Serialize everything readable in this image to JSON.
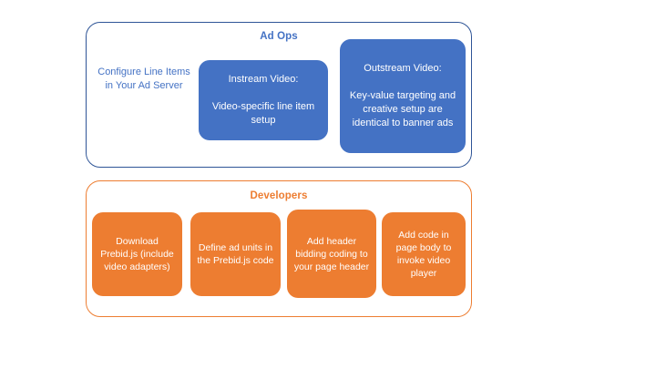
{
  "diagram": {
    "groups": [
      {
        "id": "ad-ops",
        "title": "Ad Ops",
        "accent_color": "#4472C4",
        "border_color": "#2F5597",
        "plain_label": "Configure Line Items in Your Ad Server",
        "boxes": [
          {
            "id": "instream-video",
            "heading": "Instream Video:",
            "body": "Video-specific line item setup",
            "fill": "#4472C4",
            "text_color": "#FFFFFF"
          },
          {
            "id": "outstream-video",
            "heading": "Outstream Video:",
            "body": "Key-value targeting and creative setup are identical to banner ads",
            "fill": "#4472C4",
            "text_color": "#FFFFFF"
          }
        ]
      },
      {
        "id": "developers",
        "title": "Developers",
        "accent_color": "#ED7D31",
        "border_color": "#ED7D31",
        "boxes": [
          {
            "id": "download-prebid",
            "text": "Download Prebid.js (include video adapters)",
            "fill": "#ED7D31",
            "text_color": "#FFFFFF"
          },
          {
            "id": "define-ad-units",
            "text": "Define ad units in the Prebid.js code",
            "fill": "#ED7D31",
            "text_color": "#FFFFFF"
          },
          {
            "id": "add-header-bidding-code",
            "text": "Add header bidding coding to your page header",
            "fill": "#ED7D31",
            "text_color": "#FFFFFF"
          },
          {
            "id": "add-page-body-code",
            "text": "Add code in page body to invoke video player",
            "fill": "#ED7D31",
            "text_color": "#FFFFFF"
          }
        ]
      }
    ]
  }
}
